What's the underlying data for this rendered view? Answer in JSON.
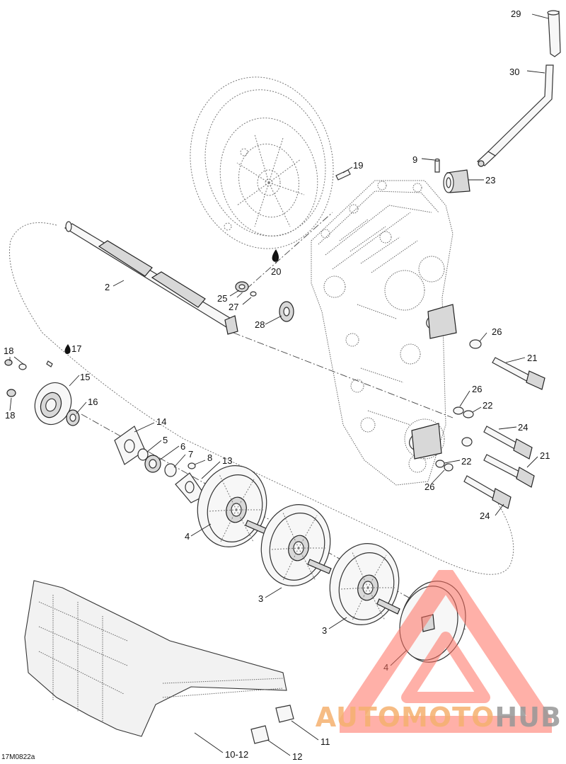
{
  "diagram": {
    "document_id": "17M0822a",
    "callouts": [
      {
        "id": "c29",
        "label": "29"
      },
      {
        "id": "c30",
        "label": "30"
      },
      {
        "id": "c9",
        "label": "9"
      },
      {
        "id": "c19",
        "label": "19"
      },
      {
        "id": "c23",
        "label": "23"
      },
      {
        "id": "c20",
        "label": "20"
      },
      {
        "id": "c2",
        "label": "2"
      },
      {
        "id": "c25",
        "label": "25"
      },
      {
        "id": "c27",
        "label": "27"
      },
      {
        "id": "c28",
        "label": "28"
      },
      {
        "id": "c26a",
        "label": "26"
      },
      {
        "id": "c21a",
        "label": "21"
      },
      {
        "id": "c18a",
        "label": "18"
      },
      {
        "id": "c17",
        "label": "17"
      },
      {
        "id": "c15",
        "label": "15"
      },
      {
        "id": "c16",
        "label": "16"
      },
      {
        "id": "c18b",
        "label": "18"
      },
      {
        "id": "c26b",
        "label": "26"
      },
      {
        "id": "c22a",
        "label": "22"
      },
      {
        "id": "c24a",
        "label": "24"
      },
      {
        "id": "c14",
        "label": "14"
      },
      {
        "id": "c5",
        "label": "5"
      },
      {
        "id": "c6",
        "label": "6"
      },
      {
        "id": "c7",
        "label": "7"
      },
      {
        "id": "c8",
        "label": "8"
      },
      {
        "id": "c13",
        "label": "13"
      },
      {
        "id": "c21b",
        "label": "21"
      },
      {
        "id": "c22b",
        "label": "22"
      },
      {
        "id": "c26c",
        "label": "26"
      },
      {
        "id": "c24b",
        "label": "24"
      },
      {
        "id": "c4a",
        "label": "4"
      },
      {
        "id": "c3a",
        "label": "3"
      },
      {
        "id": "c3b",
        "label": "3"
      },
      {
        "id": "c4b",
        "label": "4"
      },
      {
        "id": "c11",
        "label": "11"
      },
      {
        "id": "c1012",
        "label": "10-12"
      },
      {
        "id": "c12",
        "label": "12"
      }
    ]
  },
  "watermark": {
    "brand_part1": "AUTOMOTO",
    "brand_part2": "HUB",
    "color_primary": "#f4b06e",
    "color_secondary": "#969696",
    "triangle_color": "#ff6f61"
  }
}
